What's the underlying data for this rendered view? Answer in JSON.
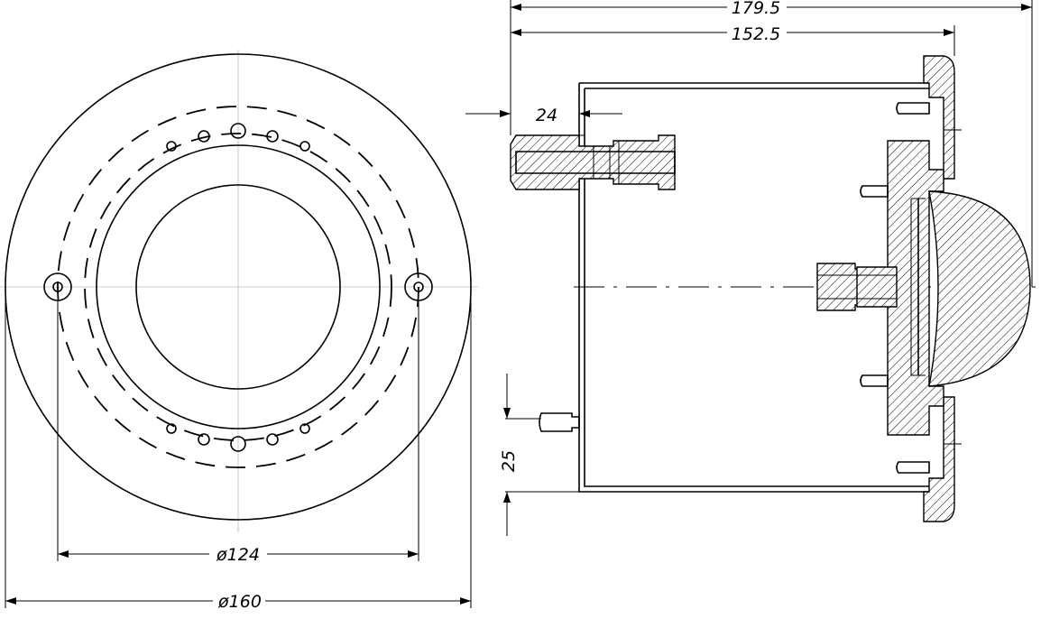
{
  "dimensions": {
    "overall_length": "179.5",
    "body_length": "152.5",
    "nozzle_offset": "24",
    "bottom_offset": "25",
    "bolt_circle": "ø124",
    "outer_diameter": "ø160"
  }
}
